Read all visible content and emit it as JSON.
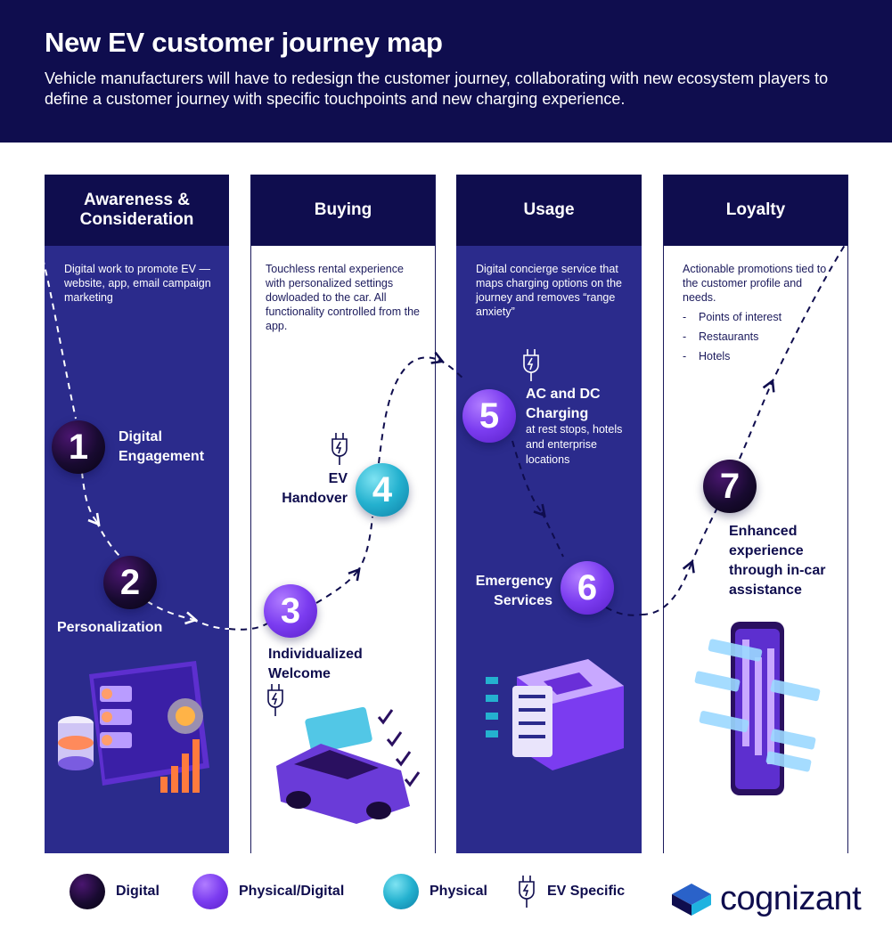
{
  "header": {
    "title": "New EV customer journey map",
    "subtitle": "Vehicle manufacturers will have to redesign the customer journey, collaborating with new ecosystem players to define a customer journey with specific touchpoints and new charging experience."
  },
  "columns": [
    {
      "title": "Awareness & Consideration",
      "description": "Digital work to promote EV — website, app, email campaign marketing"
    },
    {
      "title": "Buying",
      "description": "Touchless rental experience with personalized settings dowloaded to the car. All functionality controlled from the app."
    },
    {
      "title": "Usage",
      "description": "Digital concierge service that maps charging options on the journey and removes “range anxiety”"
    },
    {
      "title": "Loyalty",
      "description": "Actionable promotions tied to the customer profile and needs.",
      "list": [
        "Points of interest",
        "Restaurants",
        "Hotels"
      ]
    }
  ],
  "steps": [
    {
      "number": "1",
      "label": "Digital Engagement",
      "type": "digital"
    },
    {
      "number": "2",
      "label": "Personalization",
      "type": "digital"
    },
    {
      "number": "3",
      "label": "Individualized Welcome",
      "type": "physical-digital"
    },
    {
      "number": "4",
      "label": "EV Handover",
      "type": "physical"
    },
    {
      "number": "5",
      "label": "AC and DC Charging",
      "sublabel": "at rest stops, hotels and enterprise locations",
      "type": "physical-digital"
    },
    {
      "number": "6",
      "label": "Emergency Services",
      "type": "physical-digital"
    },
    {
      "number": "7",
      "label": "Enhanced experience through in-car assistance",
      "type": "digital"
    }
  ],
  "legend": [
    {
      "label": "Digital",
      "icon": "digital-dot"
    },
    {
      "label": "Physical/Digital",
      "icon": "physical-digital-dot"
    },
    {
      "label": "Physical",
      "icon": "physical-dot"
    },
    {
      "label": "EV Specific",
      "icon": "ev-plug-icon"
    }
  ],
  "logo": {
    "text": "cognizant"
  },
  "colors": {
    "navy": "#0f0d4e",
    "column_dark": "#2b2b8c",
    "digital": "#180a30",
    "physical_digital": "#7b3cf0",
    "physical": "#24b1cf"
  }
}
